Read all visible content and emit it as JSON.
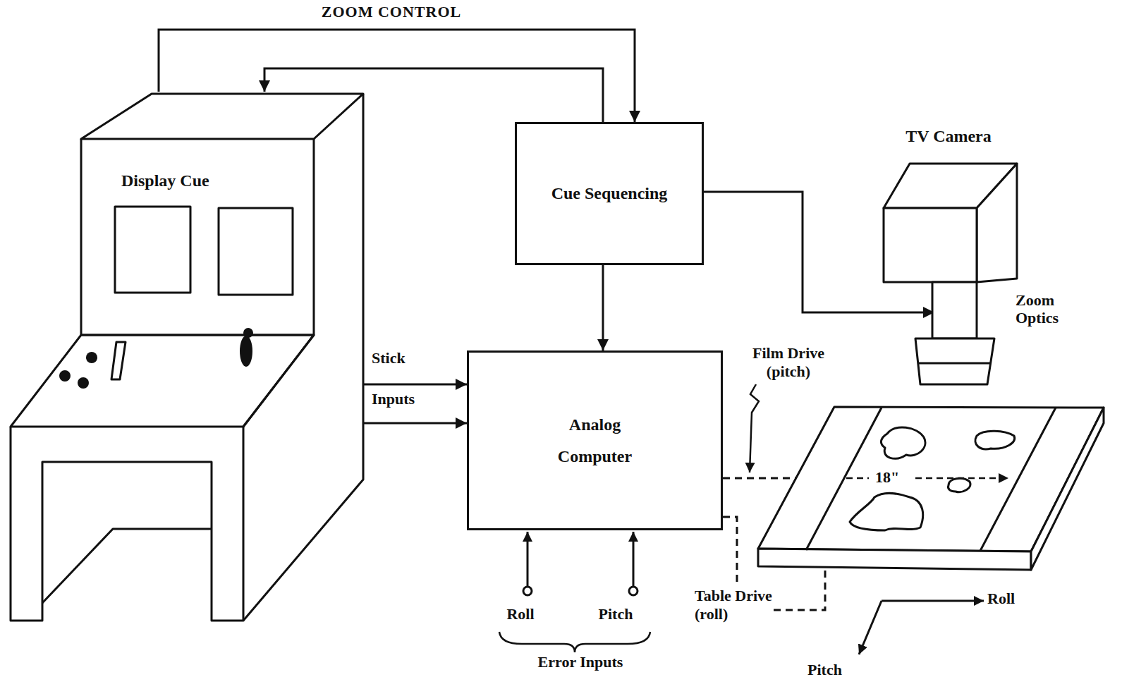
{
  "diagram": {
    "nodes": [
      {
        "text": [
          "Display Cue"
        ]
      },
      {
        "text": [
          "Cue Sequencing"
        ]
      },
      {
        "text": [
          "Analog Computer"
        ]
      },
      {
        "text": [
          "TV Camera",
          "Zoom Optics"
        ]
      },
      {
        "text": [
          "18\""
        ]
      }
    ],
    "edges": [
      {
        "from": 0,
        "to": 1,
        "arrow": "to",
        "label": "ZOOM CONTROL"
      },
      {
        "from": 1,
        "to": 0,
        "arrow": "to"
      },
      {
        "from": 0,
        "to": 2,
        "arrow": "to",
        "label": "Stick"
      },
      {
        "from": 0,
        "to": 2,
        "arrow": "to",
        "label": "Inputs"
      },
      {
        "from": 1,
        "to": 2,
        "arrow": "to"
      },
      {
        "from": 1,
        "to": 3,
        "arrow": "to"
      },
      {
        "from": 2,
        "to": 4,
        "arrow": "to",
        "label": "Film Drive (pitch)"
      },
      {
        "from": 2,
        "to": 4,
        "arrow": "none",
        "label": "Table Drive (roll)"
      }
    ],
    "labels": [
      "Roll",
      "Pitch",
      "Error Inputs",
      "Roll",
      "Pitch"
    ]
  }
}
